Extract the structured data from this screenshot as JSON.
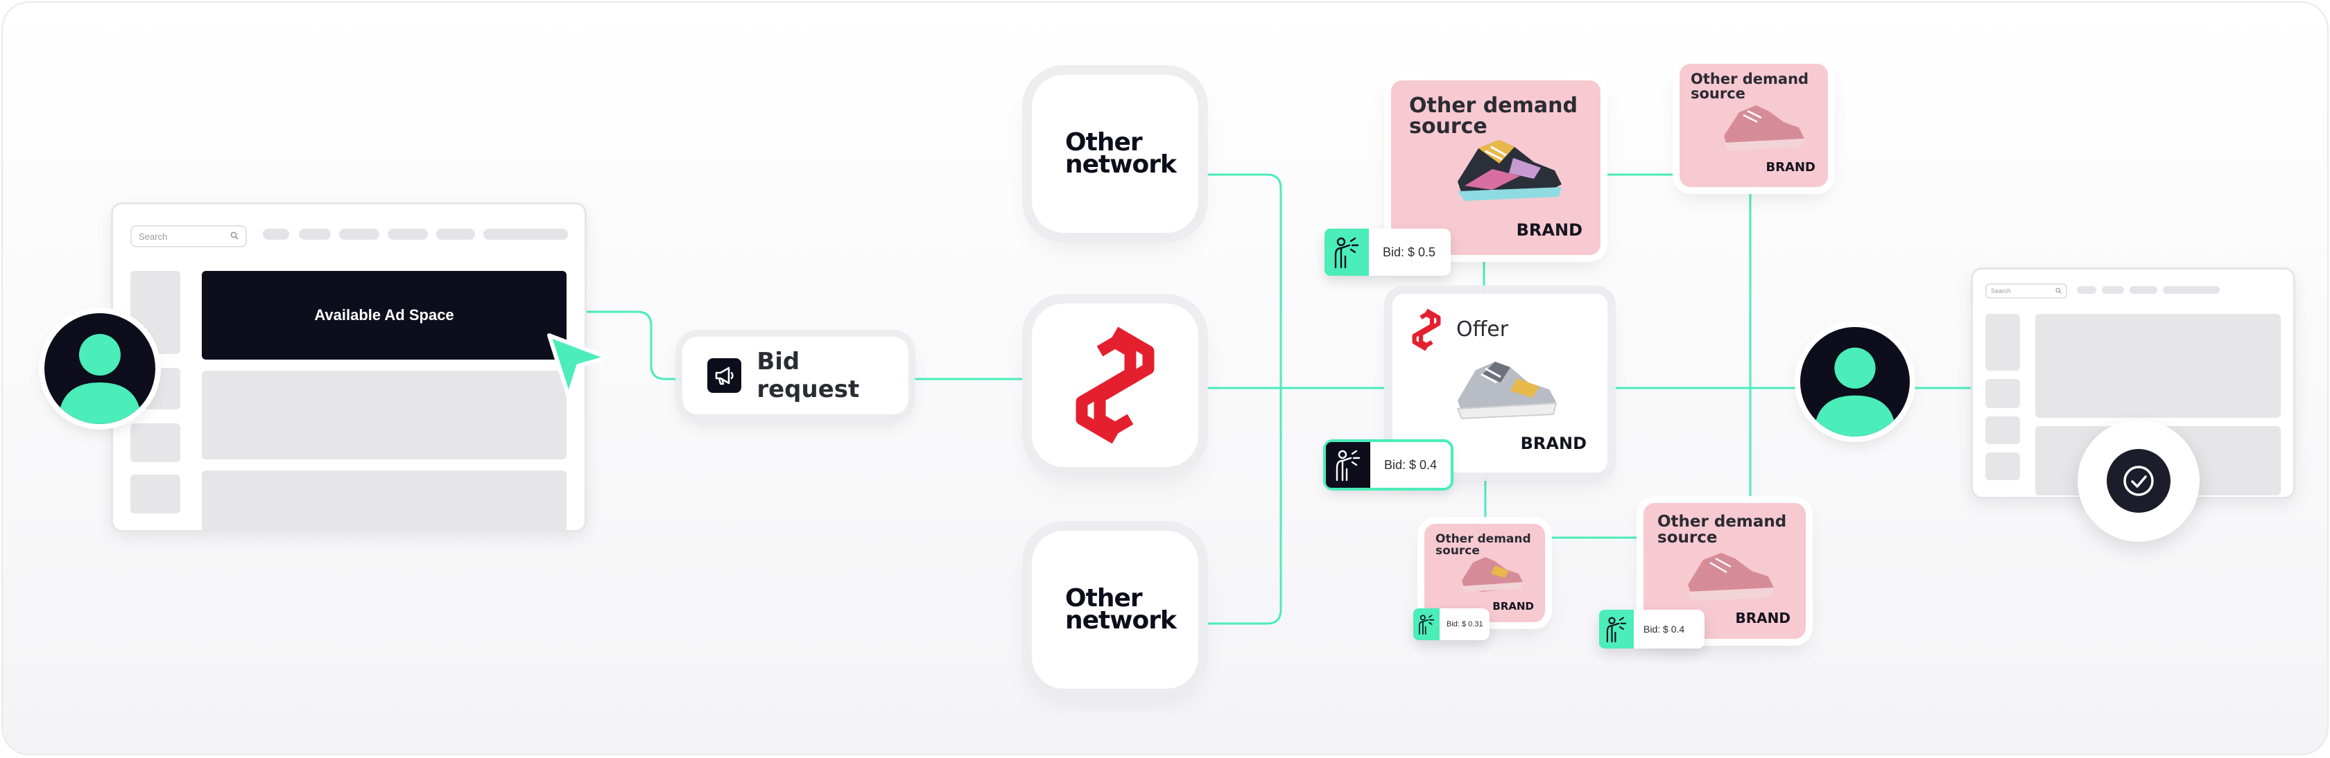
{
  "colors": {
    "accent": "#4bedb9",
    "dark": "#0d0d1c",
    "pink": "#f7c9d1",
    "logo_red": "#e5202e"
  },
  "browser_left": {
    "search_placeholder": "Search",
    "ad_space_label": "Available Ad Space"
  },
  "browser_right": {
    "search_placeholder": "Search"
  },
  "bid_request": {
    "label": "Bid request",
    "icon": "megaphone-icon"
  },
  "networks": {
    "top": {
      "label_line1": "Other",
      "label_line2": "network"
    },
    "middle": {
      "logo": "red-s-logo-icon"
    },
    "bottom": {
      "label_line1": "Other",
      "label_line2": "network"
    }
  },
  "offer": {
    "title": "Offer",
    "brand": "BRAND",
    "bid": "Bid: $ 0.4"
  },
  "demand_sources": [
    {
      "title_line1": "Other demand",
      "title_line2": "source",
      "brand": "BRAND",
      "bid": "Bid: $ 0.5"
    },
    {
      "title_line1": "Other demand",
      "title_line2": "source",
      "brand": "BRAND"
    },
    {
      "title_line1": "Other demand",
      "title_line2": "source",
      "brand": "BRAND",
      "bid": "Bid: $ 0.31"
    },
    {
      "title_line1": "Other demand",
      "title_line2": "source",
      "brand": "BRAND",
      "bid": "Bid: $ 0.4"
    }
  ],
  "confirm": {
    "icon": "check-circle-icon"
  },
  "users": {
    "left_icon": "user-avatar-icon",
    "right_icon": "user-avatar-icon"
  }
}
